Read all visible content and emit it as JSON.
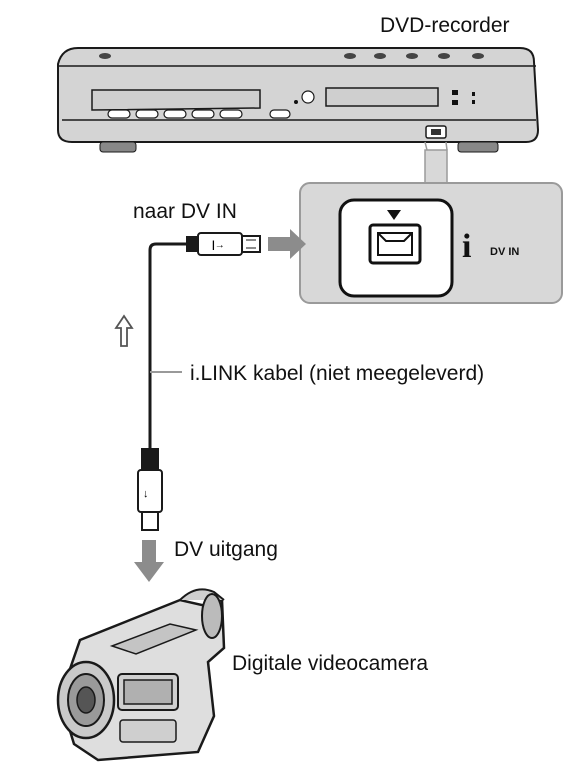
{
  "labels": {
    "recorder": "DVD-recorder",
    "dv_in": "naar DV IN",
    "cable": "i.LINK kabel (niet meegeleverd)",
    "dv_out": "DV uitgang",
    "camera": "Digitale videocamera",
    "port": "DV IN",
    "ilink_logo": "i"
  },
  "colors": {
    "device_fill": "#d4d4d4",
    "device_stroke": "#1a1a1a",
    "callout_fill": "#d8d8d8",
    "arrow_gray": "#8c8c8c",
    "cable": "#1a1a1a"
  }
}
